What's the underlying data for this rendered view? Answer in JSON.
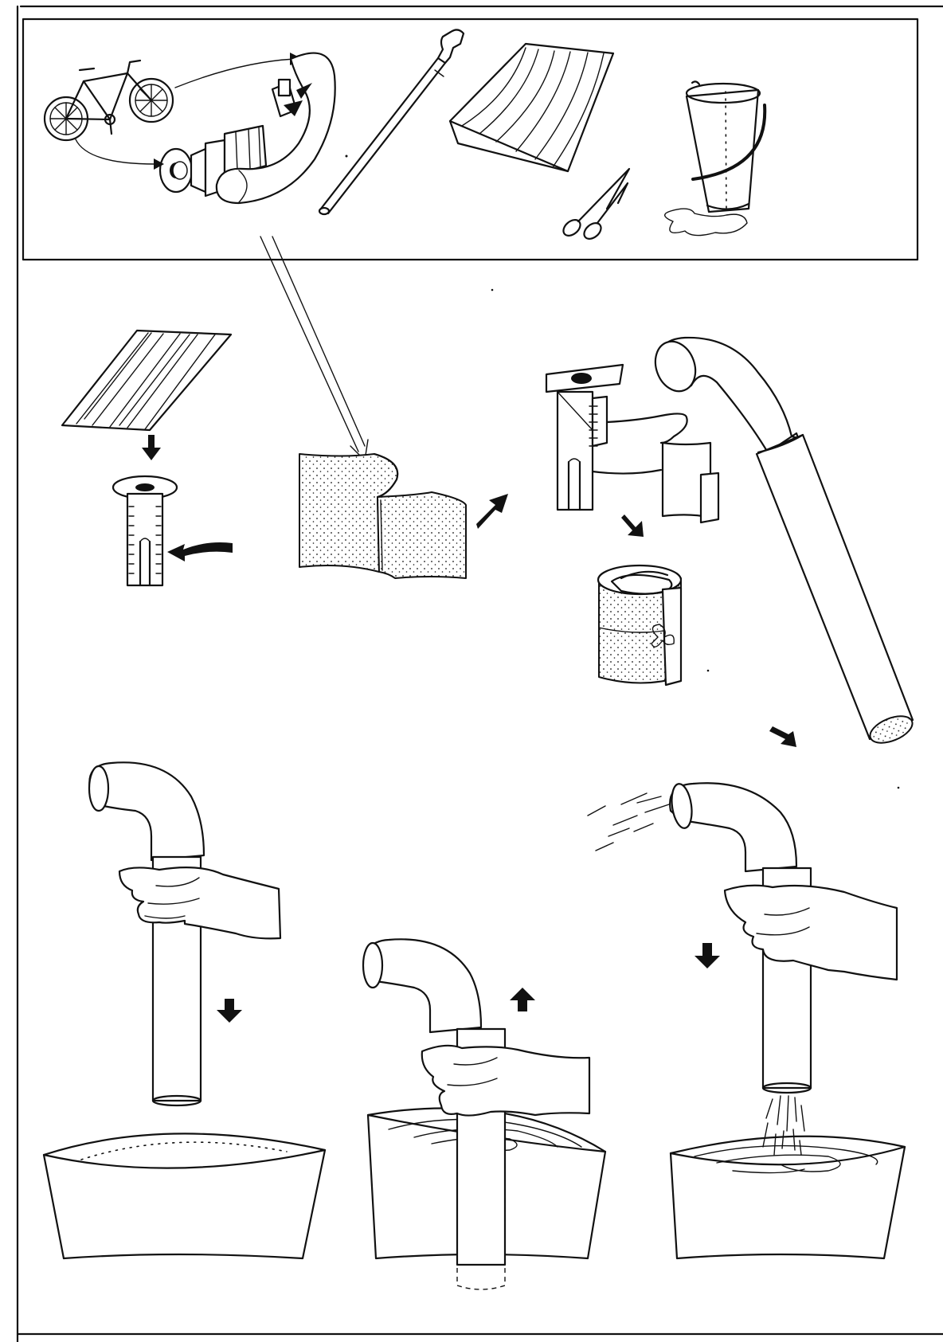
{
  "figure": {
    "materials_panel": [
      "bicycle",
      "bicycle-inner-tube",
      "tube-valve",
      "bicycle-pump-barrel",
      "pvc-pipe-with-elbow",
      "cloth-sheet",
      "scissors",
      "bucket"
    ],
    "assembly_steps": [
      "cut-cloth-strips",
      "valve-stem",
      "tube-rubber-strip",
      "valve-with-rubber-flap",
      "wrapped-filter-seal",
      "pipe-with-elbow"
    ],
    "pumping_steps": [
      "push-pipe-down-into-water",
      "pull-pipe-up",
      "push-down-water-sprays-out"
    ],
    "colors": {
      "ink": "#111111",
      "paper": "#ffffff"
    }
  }
}
